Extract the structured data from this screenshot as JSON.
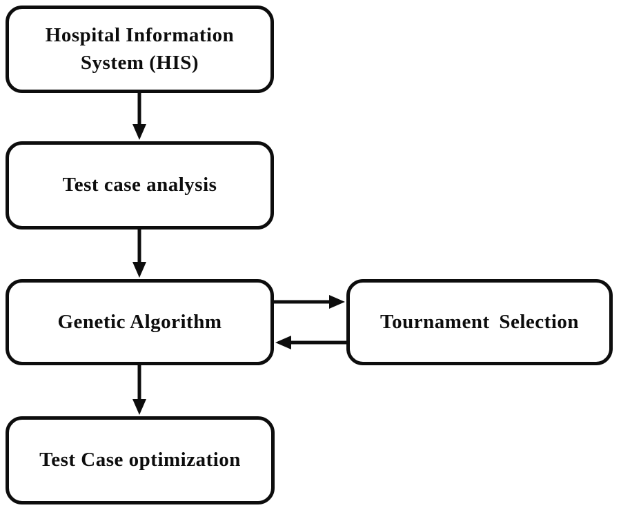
{
  "diagram": {
    "type": "flowchart",
    "colors": {
      "background": "#ffffff",
      "node_fill": "#ffffff",
      "node_border": "#0d0d0d",
      "text": "#0d0d0d",
      "arrow": "#0d0d0d"
    },
    "nodes": [
      {
        "id": "his",
        "label": "Hospital Information System (HIS)"
      },
      {
        "id": "test-case-analysis",
        "label": "Test case analysis"
      },
      {
        "id": "genetic-algorithm",
        "label": "Genetic Algorithm"
      },
      {
        "id": "tournament-selection",
        "label": "Tournament Selection"
      },
      {
        "id": "test-case-optimization",
        "label": "Test Case optimization"
      }
    ],
    "edges": [
      {
        "from": "his",
        "to": "test-case-analysis",
        "direction": "down"
      },
      {
        "from": "test-case-analysis",
        "to": "genetic-algorithm",
        "direction": "down"
      },
      {
        "from": "genetic-algorithm",
        "to": "tournament-selection",
        "direction": "right"
      },
      {
        "from": "tournament-selection",
        "to": "genetic-algorithm",
        "direction": "left"
      },
      {
        "from": "genetic-algorithm",
        "to": "test-case-optimization",
        "direction": "down"
      }
    ]
  }
}
